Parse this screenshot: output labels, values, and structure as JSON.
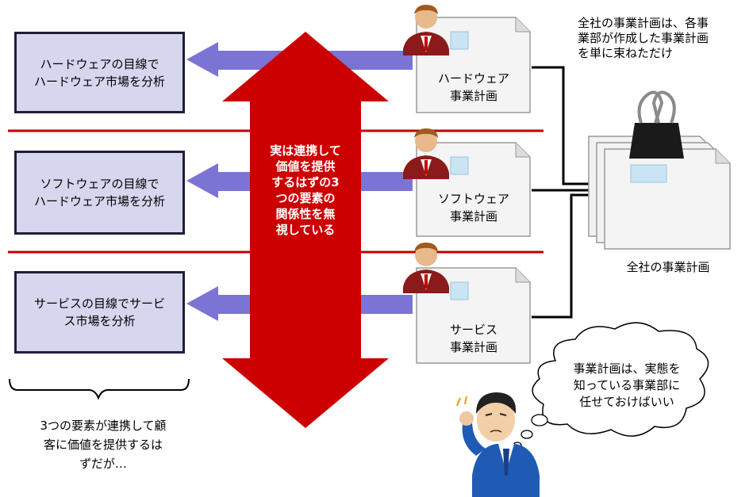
{
  "left_boxes": [
    {
      "line1": "ハードウェアの目線で",
      "line2": "ハードウェア市場を分析"
    },
    {
      "line1": "ソフトウェアの目線で",
      "line2": "ハードウェア市場を分析"
    },
    {
      "line1": "サービスの目線でサービ",
      "line2": "ス市場を分析"
    }
  ],
  "center_arrow_lines": [
    "実は連携して",
    "価値を提供",
    "するはずの3",
    "つの要素の",
    "関係性を無",
    "視している"
  ],
  "documents": [
    {
      "line1": "ハードウェア",
      "line2": "事業計画"
    },
    {
      "line1": "ソフトウェア",
      "line2": "事業計画"
    },
    {
      "line1": "サービス",
      "line2": "事業計画"
    }
  ],
  "top_note": [
    "全社の事業計画は、各事",
    "業部が作成した事業計画",
    "を単に束ねただけ"
  ],
  "stack_label": "全社の事業計画",
  "thought_bubble": [
    "事業計画は、実態を",
    "知っている事業部に",
    "任せておけばいい"
  ],
  "bottom_text": [
    "3つの要素が連携して顧",
    "客に価値を提供するは",
    "ずだが…"
  ],
  "colors": {
    "box_fill": "#d6d6ef",
    "arrow_blue": "#7b74d4",
    "arrow_red": "#cc0000",
    "divider": "#c00000"
  }
}
